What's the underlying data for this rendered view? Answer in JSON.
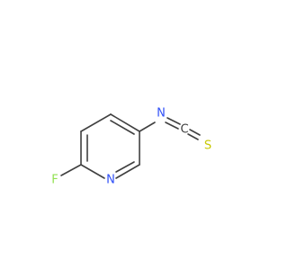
{
  "molecule": {
    "atoms": [
      {
        "id": "F",
        "symbol": "F",
        "color": "#90e050"
      },
      {
        "id": "N_ring",
        "symbol": "N",
        "color": "#3050f8"
      },
      {
        "id": "N_ncs",
        "symbol": "N",
        "color": "#3050f8"
      },
      {
        "id": "C_ncs",
        "symbol": "C",
        "color": "#404040"
      },
      {
        "id": "S",
        "symbol": "S",
        "color": "#c8c800"
      }
    ],
    "bond_color": "#404040"
  }
}
